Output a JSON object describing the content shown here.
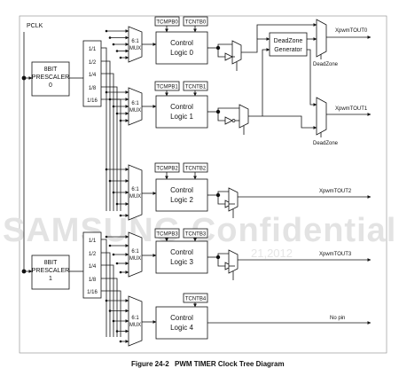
{
  "pclk": "PCLK",
  "prescaler0": [
    "8BIT",
    "PRESCALER",
    "0"
  ],
  "prescaler1": [
    "8BIT",
    "PRESCALER",
    "1"
  ],
  "divider_taps": [
    "1/1",
    "1/2",
    "1/4",
    "1/8",
    "1/16"
  ],
  "mux_label": [
    "6:1",
    "MUX"
  ],
  "registers": {
    "tcmpb0": "TCMPB0",
    "tcntb0": "TCNTB0",
    "tcmpb1": "TCMPB1",
    "tcntb1": "TCNTB1",
    "tcmpb2": "TCMPB2",
    "tcntb2": "TCNTB2",
    "tcmpb3": "TCMPB3",
    "tcntb3": "TCNTB3",
    "tcntb4": "TCNTB4"
  },
  "logic": {
    "l0": [
      "Control",
      "Logic 0"
    ],
    "l1": [
      "Control",
      "Logic 1"
    ],
    "l2": [
      "Control",
      "Logic 2"
    ],
    "l3": [
      "Control",
      "Logic 3"
    ],
    "l4": [
      "Control",
      "Logic 4"
    ]
  },
  "deadzone_gen": [
    "DeadZone",
    "Generator"
  ],
  "deadzone": "DeadZone",
  "outputs": {
    "tout0": "XpwmTOUT0",
    "tout1": "XpwmTOUT1",
    "tout2": "XpwmTOUT2",
    "tout3": "XpwmTOUT3",
    "nopin": "No pin"
  },
  "watermark": "SAMSUNG Confidential",
  "watermark_sub": "21,2012",
  "caption": {
    "number": "Figure 24-2",
    "title": "PWM TIMER Clock Tree Diagram"
  }
}
